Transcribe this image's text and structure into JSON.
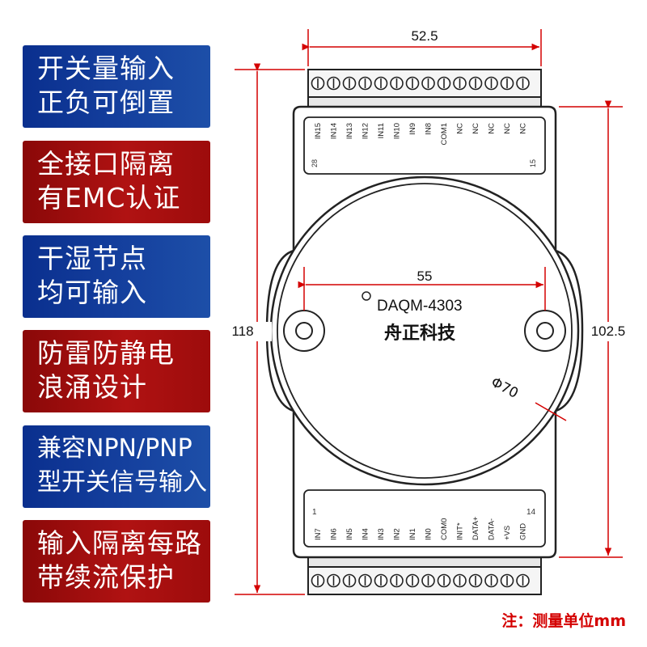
{
  "features": [
    {
      "lines": [
        "开关量输入",
        "正负可倒置"
      ],
      "color": "blue"
    },
    {
      "lines": [
        "全接口隔离",
        "有EMC认证"
      ],
      "color": "red"
    },
    {
      "lines": [
        "干湿节点",
        "均可输入"
      ],
      "color": "blue"
    },
    {
      "lines": [
        "防雷防静电",
        "浪涌设计"
      ],
      "color": "red"
    },
    {
      "lines": [
        "兼容NPN/PNP",
        "型开关信号输入"
      ],
      "color": "blue"
    },
    {
      "lines": [
        "输入隔离每路",
        "带续流保护"
      ],
      "color": "red"
    }
  ],
  "device": {
    "model": "DAQM-4303",
    "brand": "舟正科技",
    "top_pins": [
      "IN15",
      "IN14",
      "IN13",
      "IN12",
      "IN11",
      "IN10",
      "IN9",
      "IN8",
      "COM1",
      "NC",
      "NC",
      "NC",
      "NC",
      "NC"
    ],
    "top_pin_first_label": "28",
    "top_pin_last_label": "15",
    "bottom_pins": [
      "IN7",
      "IN6",
      "IN5",
      "IN4",
      "IN3",
      "IN2",
      "IN1",
      "IN0",
      "COM0",
      "INIT*",
      "DATA+",
      "DATA-",
      "+VS",
      "GND"
    ],
    "bottom_pin_first_label": "1",
    "bottom_pin_last_label": "14"
  },
  "dimensions": {
    "width_top": "52.5",
    "height_left": "118",
    "height_right": "102.5",
    "hole_spacing": "55",
    "diameter": "Φ70"
  },
  "note": "注：测量单位mm",
  "colors": {
    "blue": "#15409e",
    "red": "#b01212",
    "note": "#d40000"
  }
}
